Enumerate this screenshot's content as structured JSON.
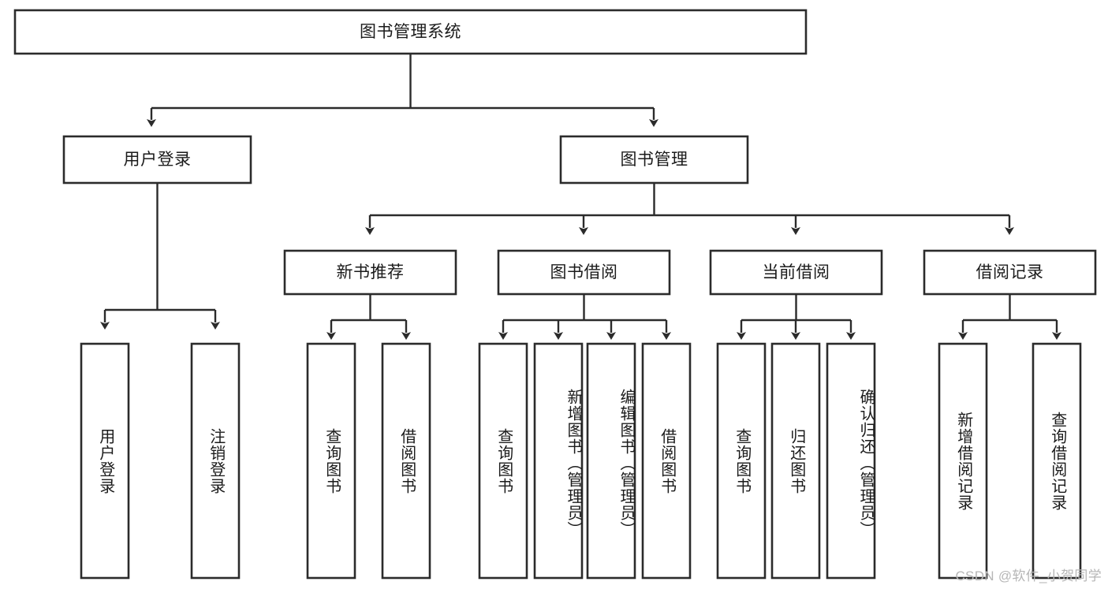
{
  "diagram": {
    "type": "tree",
    "title": "图书管理系统",
    "orientation": "top-down",
    "levels": 4,
    "nodes": {
      "root": {
        "label": "图书管理系统",
        "level": 1,
        "orientation": "horizontal"
      },
      "l2_1": {
        "label": "用户登录",
        "level": 2,
        "orientation": "horizontal"
      },
      "l2_2": {
        "label": "图书管理",
        "level": 2,
        "orientation": "horizontal"
      },
      "l3_1": {
        "label": "新书推荐",
        "level": 3,
        "orientation": "horizontal"
      },
      "l3_2": {
        "label": "图书借阅",
        "level": 3,
        "orientation": "horizontal"
      },
      "l3_3": {
        "label": "当前借阅",
        "level": 3,
        "orientation": "horizontal"
      },
      "l3_4": {
        "label": "借阅记录",
        "level": 3,
        "orientation": "horizontal"
      },
      "leaf_1": {
        "label": "用户登录",
        "level": 4,
        "orientation": "vertical",
        "parent": "用户登录"
      },
      "leaf_2": {
        "label": "注销登录",
        "level": 4,
        "orientation": "vertical",
        "parent": "用户登录"
      },
      "leaf_3": {
        "label": "查询图书",
        "level": 4,
        "orientation": "vertical",
        "parent": "新书推荐"
      },
      "leaf_4": {
        "label": "借阅图书",
        "level": 4,
        "orientation": "vertical",
        "parent": "新书推荐"
      },
      "leaf_5": {
        "label": "查询图书",
        "level": 4,
        "orientation": "vertical",
        "parent": "图书借阅"
      },
      "leaf_6": {
        "label": "新增图书（管理员）",
        "level": 4,
        "orientation": "vertical",
        "parent": "图书借阅"
      },
      "leaf_7": {
        "label": "编辑图书（管理员）",
        "level": 4,
        "orientation": "vertical",
        "parent": "图书借阅"
      },
      "leaf_8": {
        "label": "借阅图书",
        "level": 4,
        "orientation": "vertical",
        "parent": "图书借阅"
      },
      "leaf_9": {
        "label": "查询图书",
        "level": 4,
        "orientation": "vertical",
        "parent": "当前借阅"
      },
      "leaf_10": {
        "label": "归还图书",
        "level": 4,
        "orientation": "vertical",
        "parent": "当前借阅"
      },
      "leaf_11": {
        "label": "确认归还（管理员）",
        "level": 4,
        "orientation": "vertical",
        "parent": "当前借阅"
      },
      "leaf_12": {
        "label": "新增借阅记录",
        "level": 4,
        "orientation": "vertical",
        "parent": "借阅记录"
      },
      "leaf_13": {
        "label": "查询借阅记录",
        "level": 4,
        "orientation": "vertical",
        "parent": "借阅记录"
      }
    },
    "colors": {
      "stroke": "#2b2b2b",
      "fill": "#ffffff",
      "text": "#1b1b1b",
      "watermark": "#b6b6b6",
      "background": "#ffffff"
    }
  },
  "watermark": {
    "text": "CSDN @软件_小贺同学"
  }
}
